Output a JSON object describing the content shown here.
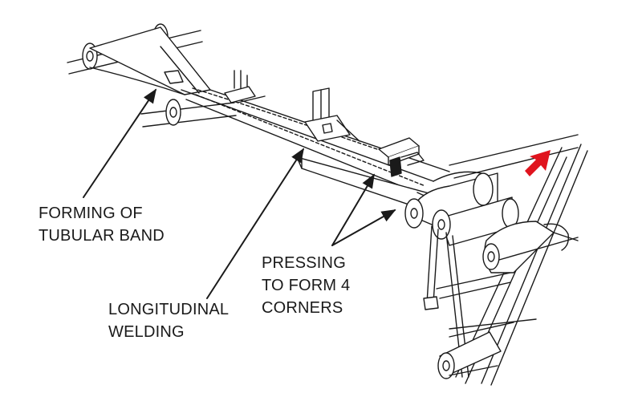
{
  "labels": {
    "forming": [
      "FORMING OF",
      "TUBULAR BAND"
    ],
    "longitudinal": [
      "LONGITUDINAL",
      "WELDING"
    ],
    "pressing": [
      "PRESSING",
      "TO FORM 4",
      "CORNERS"
    ]
  },
  "colors": {
    "line": "#1a1a1a",
    "direction_arrow": "#e0141e"
  },
  "icons": {
    "direction": "red-direction-arrow-icon"
  }
}
